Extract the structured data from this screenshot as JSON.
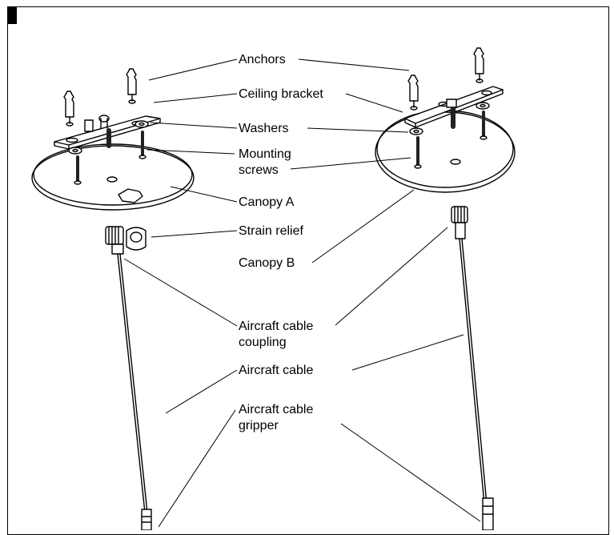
{
  "labels": {
    "anchors": "Anchors",
    "ceiling_bracket": "Ceiling bracket",
    "washers": "Washers",
    "mounting_screws_line1": "Mounting",
    "mounting_screws_line2": "screws",
    "canopy_a": "Canopy A",
    "strain_relief": "Strain relief",
    "canopy_b": "Canopy B",
    "cable_coupling_line1": "Aircraft cable",
    "cable_coupling_line2": "coupling",
    "aircraft_cable": "Aircraft cable",
    "cable_gripper_line1": "Aircraft cable",
    "cable_gripper_line2": "gripper"
  },
  "colors": {
    "line": "#000000",
    "fill": "#ffffff",
    "shade": "#d9d9d9",
    "dark": "#222222"
  }
}
